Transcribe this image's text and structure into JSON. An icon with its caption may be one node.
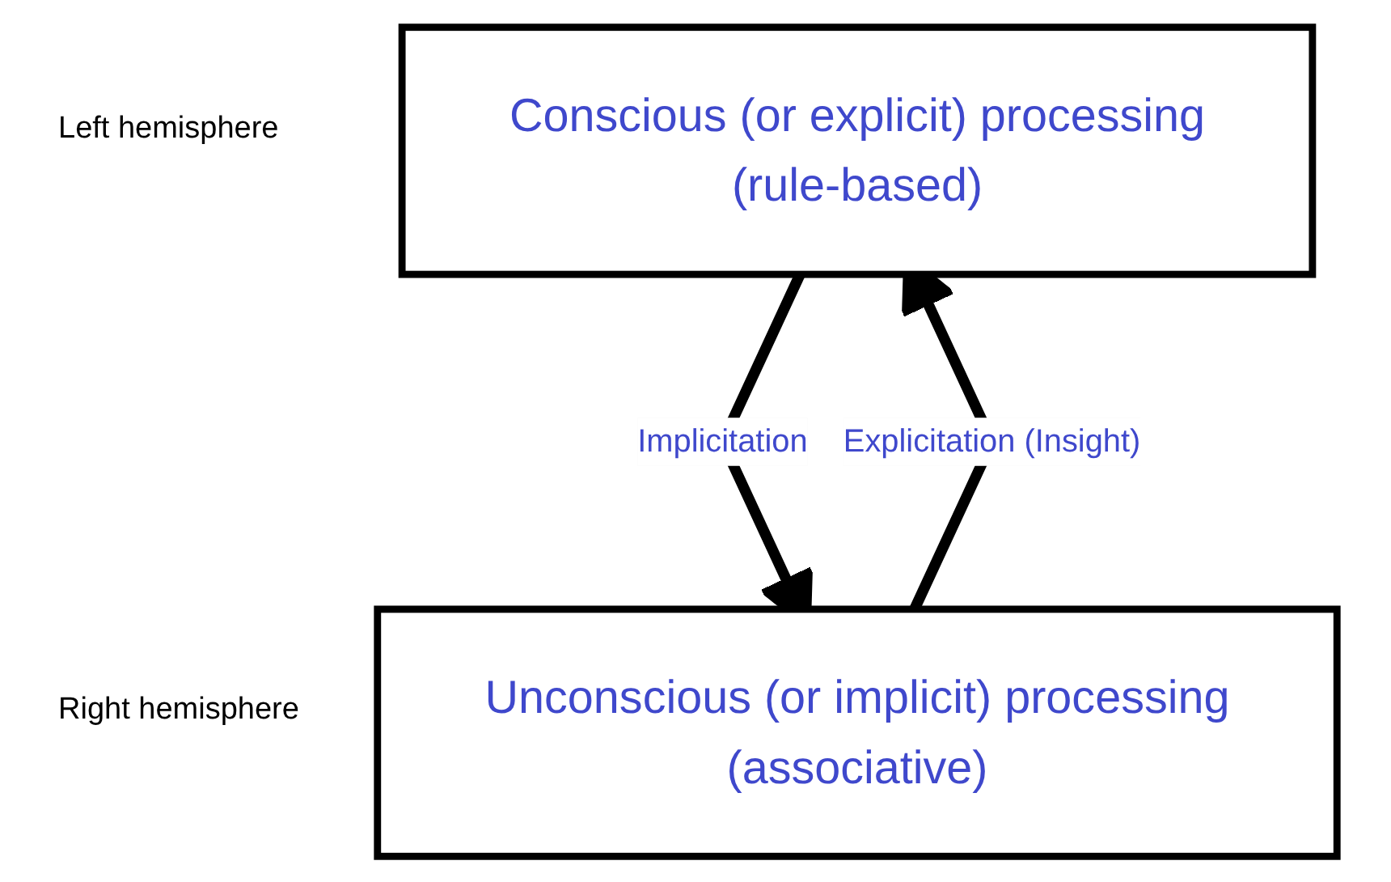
{
  "diagram": {
    "nodes": [
      {
        "text": [
          "Conscious (or explicit) processing",
          "(rule-based)"
        ]
      },
      {
        "text": [
          "Unconscious (or implicit) processing",
          "(associative)"
        ]
      }
    ],
    "edges": [
      {
        "from": 0,
        "to": 1,
        "arrow": "to",
        "label": "Implicitation"
      },
      {
        "from": 1,
        "to": 0,
        "arrow": "to",
        "label": "Explicitation (Insight)"
      }
    ],
    "labels": [
      "Left hemisphere",
      "Right hemisphere"
    ]
  }
}
